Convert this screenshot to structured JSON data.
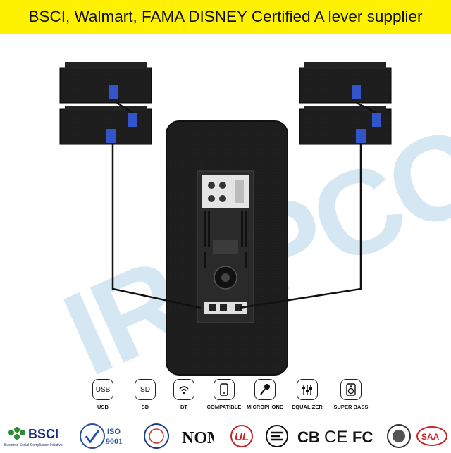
{
  "banner": {
    "text": "BSCI, Walmart, FAMA DISNEY Certified A lever supplier",
    "background": "#fff200"
  },
  "features": [
    {
      "icon_text": "USB",
      "label": "USB",
      "icon": "usb-icon"
    },
    {
      "icon_text": "SD",
      "label": "SD",
      "icon": "sd-card-icon"
    },
    {
      "icon_text": "",
      "label": "BT",
      "icon": "bluetooth-wifi-icon"
    },
    {
      "icon_text": "",
      "label": "COMPATIBLE",
      "icon": "phone-icon"
    },
    {
      "icon_text": "",
      "label": "MICROPHONE",
      "icon": "microphone-icon"
    },
    {
      "icon_text": "",
      "label": "EQUALIZER",
      "icon": "equalizer-icon"
    },
    {
      "icon_text": "",
      "label": "SUPER BASS",
      "icon": "speaker-icon"
    }
  ],
  "certifications": {
    "bsci": "BSCI",
    "bsci_sub": "Business Social Compliance Initiative",
    "iso": "ISO",
    "iso_num": "9001",
    "nom": "NOM",
    "ul": "UL",
    "cb": "CB",
    "ce": "CE",
    "fc": "FC",
    "saa": "SAA"
  },
  "watermark": {
    "text": "IRAPCO",
    "color": "#cfe3f3"
  },
  "colors": {
    "cabinet": "#1b1b1b",
    "connector": "#3355cc",
    "cable": "#111111"
  }
}
